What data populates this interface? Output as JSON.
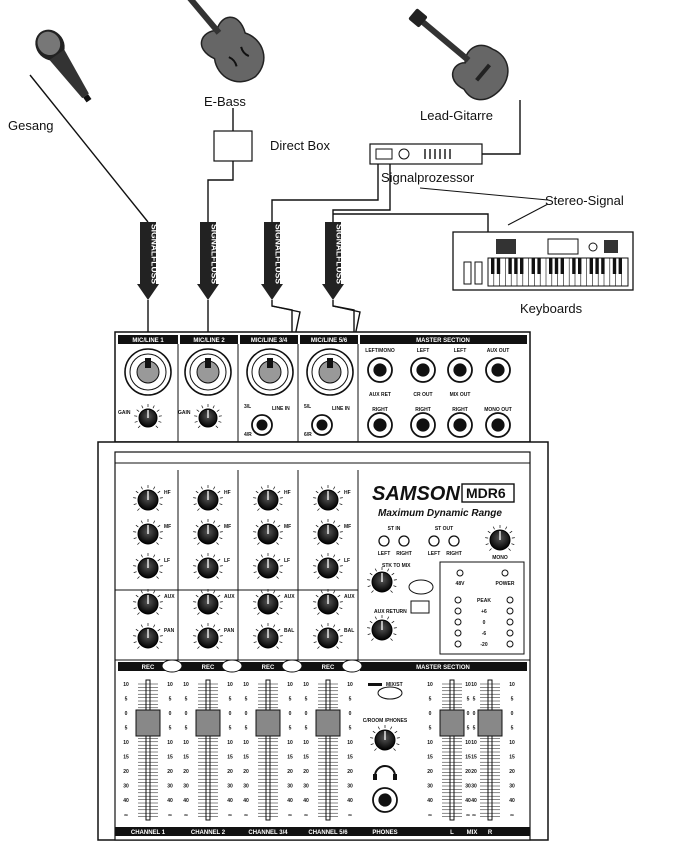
{
  "sources": {
    "vocals": "Gesang",
    "bass": "E-Bass",
    "direct_box": "Direct Box",
    "lead_guitar": "Lead-Gitarre",
    "signal_processor": "Signalprozessor",
    "stereo_signal": "Stereo-Signal",
    "keyboards": "Keyboards"
  },
  "signal_flow_label": "SIGNALFLUSS",
  "mixer": {
    "brand": "SAMSON",
    "model": "MDR6",
    "tagline": "Maximum Dynamic Range",
    "top_headers": [
      "MIC/LINE 1",
      "MIC/LINE 2",
      "MIC/LINE 3/4",
      "MIC/LINE 5/6"
    ],
    "master_section": "MASTER SECTION",
    "master_jacks_top": [
      "LEFT/MONO",
      "LEFT",
      "LEFT",
      "AUX OUT"
    ],
    "master_jacks_mid": [
      "AUX RET",
      "CR OUT",
      "MIX OUT"
    ],
    "master_jacks_bottom": [
      "RIGHT",
      "RIGHT",
      "RIGHT",
      "MONO OUT"
    ],
    "gain": "GAIN",
    "line_in": "LINE IN",
    "jack_left": "3/L",
    "jack_right": "4/R",
    "jack_left_b": "5/L",
    "jack_right_b": "6/R",
    "eq_hf": "HF",
    "eq_mf": "MF",
    "eq_lf": "LF",
    "aux": "AUX",
    "pan": "PAN",
    "bal": "BAL",
    "rec": "REC",
    "st_in": "ST IN",
    "st_out": "ST OUT",
    "left": "LEFT",
    "right": "RIGHT",
    "mono": "MONO",
    "stk_to_mix": "STK TO MIX",
    "aux_return": "AUX RETURN",
    "phantom": "48V",
    "power": "POWER",
    "meter_labels": [
      "PEAK",
      "+6",
      "0",
      "-6",
      "-20"
    ],
    "mix_st": "MIX/ST",
    "croom_phones": "C/ROOM /PHONES",
    "fader_scale": [
      "10",
      "5",
      "0",
      "5",
      "10",
      "15",
      "20",
      "30",
      "40",
      "∞"
    ],
    "bottom_labels": [
      "CHANNEL 1",
      "CHANNEL 2",
      "CHANNEL 3/4",
      "CHANNEL 5/6",
      "PHONES",
      "L",
      "MIX",
      "R"
    ]
  }
}
